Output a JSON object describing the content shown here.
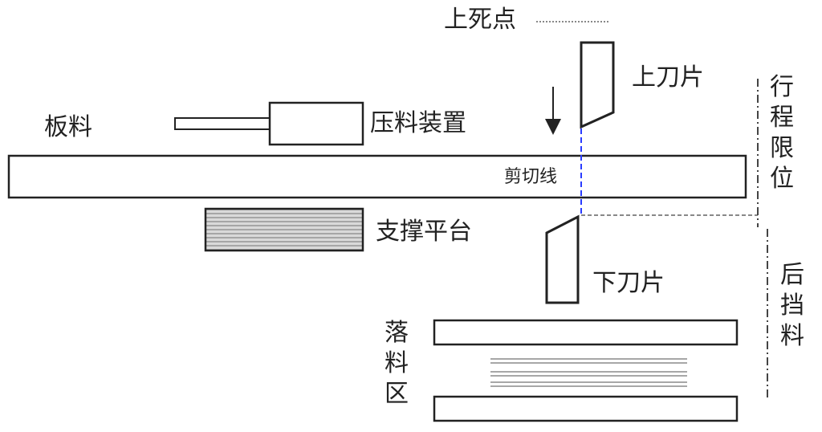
{
  "labels": {
    "top_dead_center": "上死点",
    "upper_blade": "上刀片",
    "sheet": "板料",
    "clamp": "压料装置",
    "cut_line": "剪切线",
    "support_platform": "支撑平台",
    "lower_blade": "下刀片",
    "stroke_limit": [
      "行",
      "程",
      "限",
      "位"
    ],
    "back_gauge": [
      "后",
      "挡",
      "料"
    ],
    "drop_zone": [
      "落",
      "料",
      "区"
    ]
  },
  "colors": {
    "stroke": "#222222",
    "cut_line": "#2a3cff",
    "hatch": "#888888",
    "hatch_bg": "#d9d9d9",
    "dashed": "#888888"
  }
}
